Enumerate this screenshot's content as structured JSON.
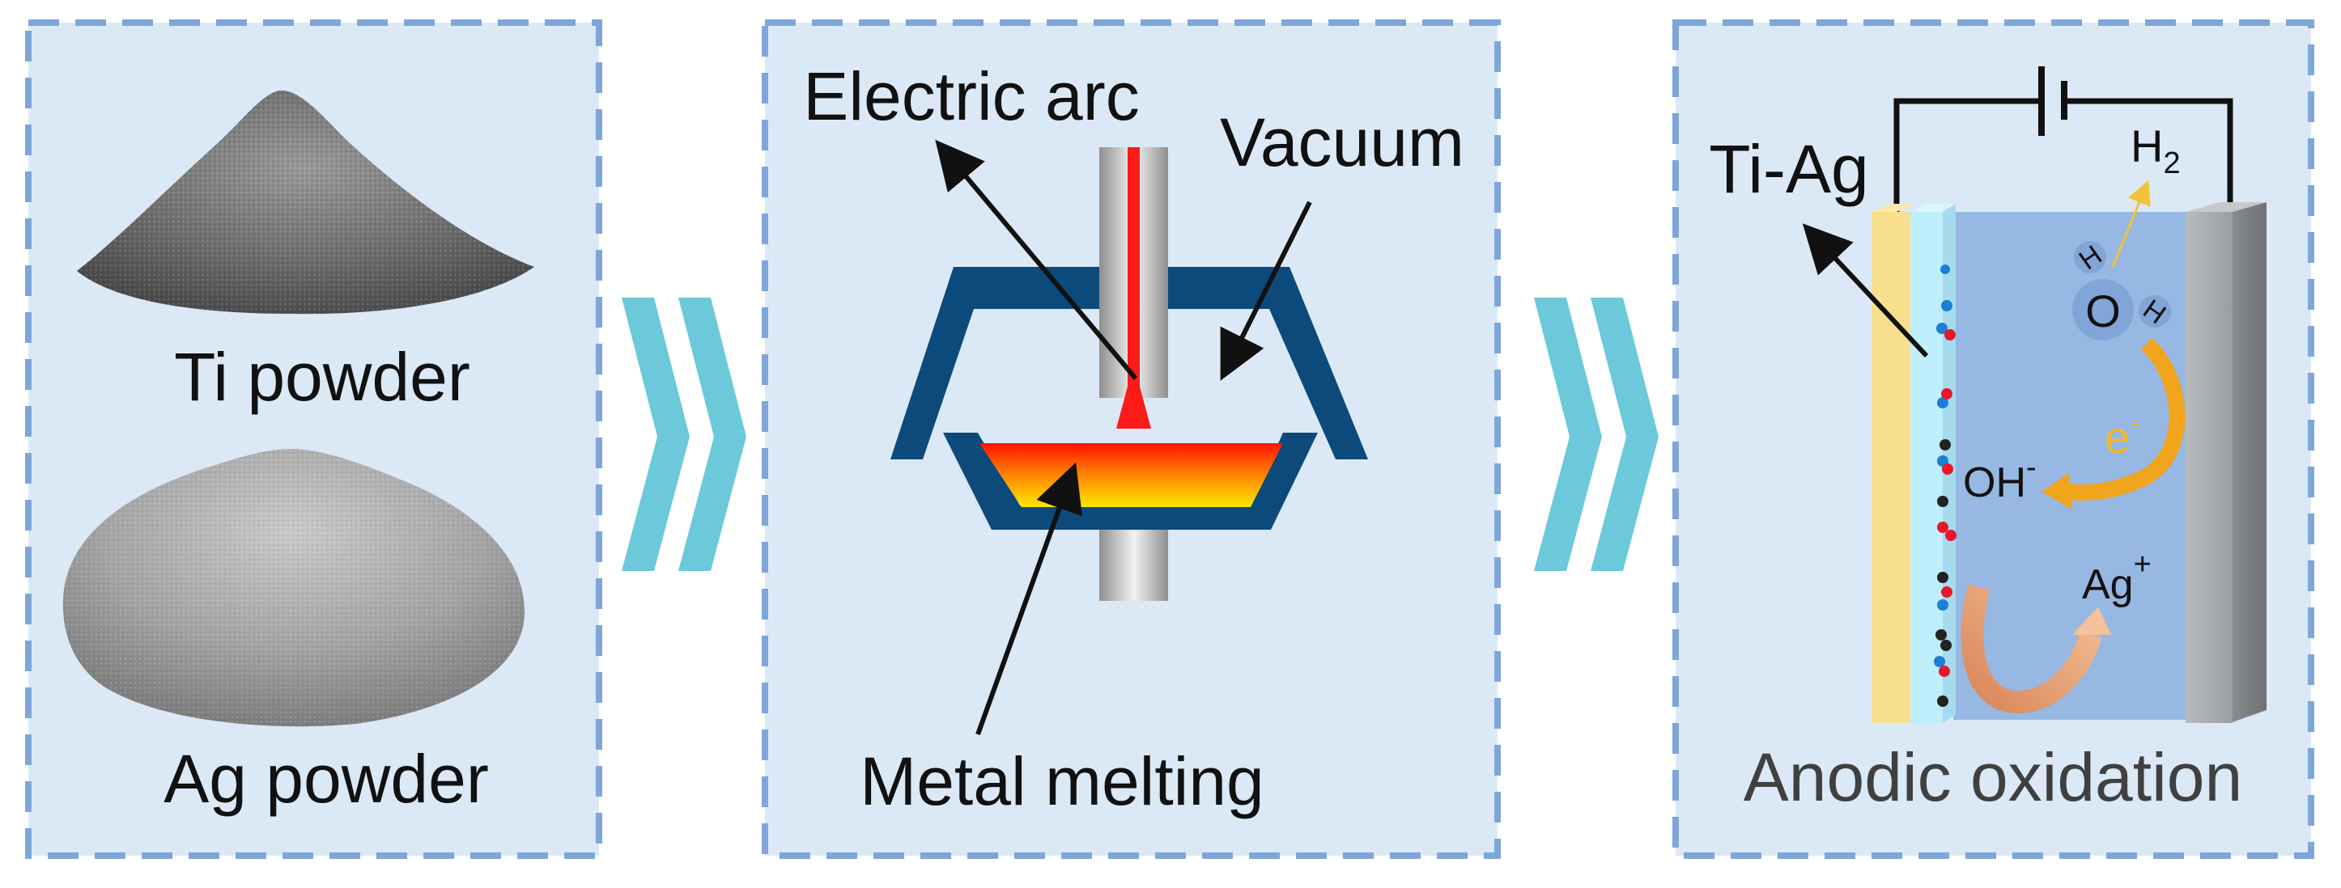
{
  "panel1": {
    "ti_label": "Ti powder",
    "ag_label": "Ag powder"
  },
  "panel2": {
    "arc_label": "Electric arc",
    "vacuum_label": "Vacuum",
    "melt_label": "Metal melting"
  },
  "panel3": {
    "tiag_label": "Ti-Ag",
    "h2_label": "H",
    "h2_sub": "2",
    "water_o": "O",
    "water_h": "H",
    "electron_label": "e",
    "electron_sup": "-",
    "oh_label": "OH",
    "oh_sup": "-",
    "ag_ion_label": "Ag",
    "ag_ion_sup": "+",
    "caption": "Anodic oxidation"
  },
  "colors": {
    "panel_fill": "#dbe9f6",
    "panel_border": "#7ea6d8",
    "chevron": "#6bc9d9",
    "chamber": "#0b4a7b",
    "arc": "#ff1a1a",
    "ti_layer": "#f8df8e",
    "oxide_layer": "#bfeefc",
    "electrolyte": "#96b8e3",
    "electrode": "#a9acaf",
    "electron_arrow": "#f0a51c",
    "ag_arrow": "#eea87a"
  }
}
